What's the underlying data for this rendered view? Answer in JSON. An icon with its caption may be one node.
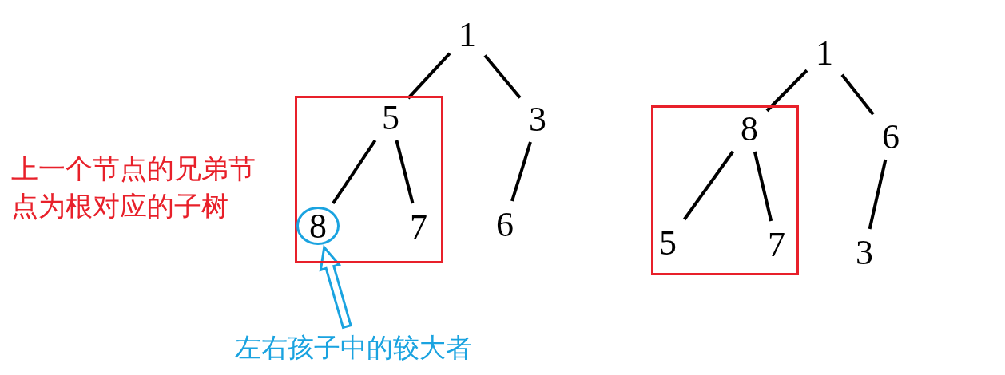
{
  "diagram": {
    "nodes": [
      {
        "text": [
          "1"
        ]
      },
      {
        "text": [],
        "shape": "box",
        "beside": [
          "上一个节点的兄弟节点为根对应的子树"
        ]
      },
      {
        "text": [
          "5"
        ],
        "in": 1
      },
      {
        "text": [
          "3"
        ]
      },
      {
        "text": [
          "8"
        ],
        "in": 1
      },
      {
        "text": [
          "7"
        ],
        "in": 1
      },
      {
        "text": [
          "6"
        ]
      },
      {
        "text": [
          "左右孩子中的较大者"
        ]
      },
      {
        "text": [
          "1"
        ]
      },
      {
        "text": [],
        "shape": "box"
      },
      {
        "text": [
          "8"
        ],
        "in": 9
      },
      {
        "text": [
          "6"
        ]
      },
      {
        "text": [
          "5"
        ],
        "in": 9
      },
      {
        "text": [
          "7"
        ],
        "in": 9
      },
      {
        "text": [
          "3"
        ]
      }
    ],
    "edges": [
      {
        "from": 0,
        "to": 2,
        "arrow": "none"
      },
      {
        "from": 0,
        "to": 3,
        "arrow": "none"
      },
      {
        "from": 2,
        "to": 4,
        "arrow": "none"
      },
      {
        "from": 2,
        "to": 5,
        "arrow": "none"
      },
      {
        "from": 3,
        "to": 6,
        "arrow": "none"
      },
      {
        "from": 7,
        "to": 4,
        "arrow": "to",
        "style": "thick",
        "color": "#1aa3e0"
      },
      {
        "from": 8,
        "to": 10,
        "arrow": "none"
      },
      {
        "from": 8,
        "to": 11,
        "arrow": "none"
      },
      {
        "from": 10,
        "to": 12,
        "arrow": "none"
      },
      {
        "from": 10,
        "to": 13,
        "arrow": "none"
      },
      {
        "from": 11,
        "to": 14,
        "arrow": "none"
      }
    ]
  }
}
